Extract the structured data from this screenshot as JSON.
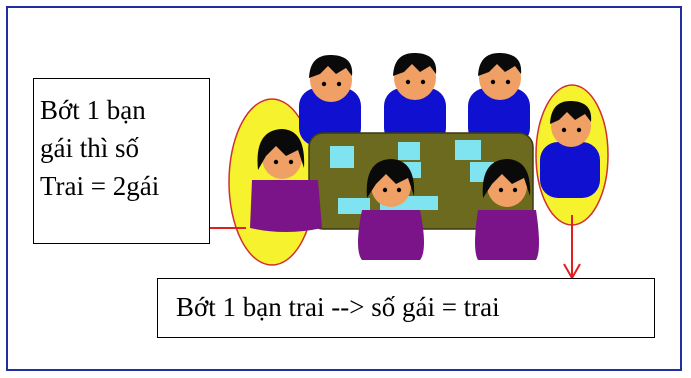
{
  "left_note": {
    "line1": "Bớt 1 bạn",
    "line2": "gái thì số",
    "line3": "Trai = 2gái"
  },
  "bottom_note": {
    "text": "Bớt 1 bạn trai --> số gái = trai"
  },
  "colors": {
    "frame_border": "#1f2f9e",
    "boy_shirt": "#1010d0",
    "girl_shirt": "#7a1488",
    "table": "#6b6a1e",
    "table_tiles": "#7fe3f0",
    "highlight_oval": "#f7f22e",
    "arrow": "#e02020",
    "skin": "#f0a064",
    "hair": "#0a0a0a"
  }
}
